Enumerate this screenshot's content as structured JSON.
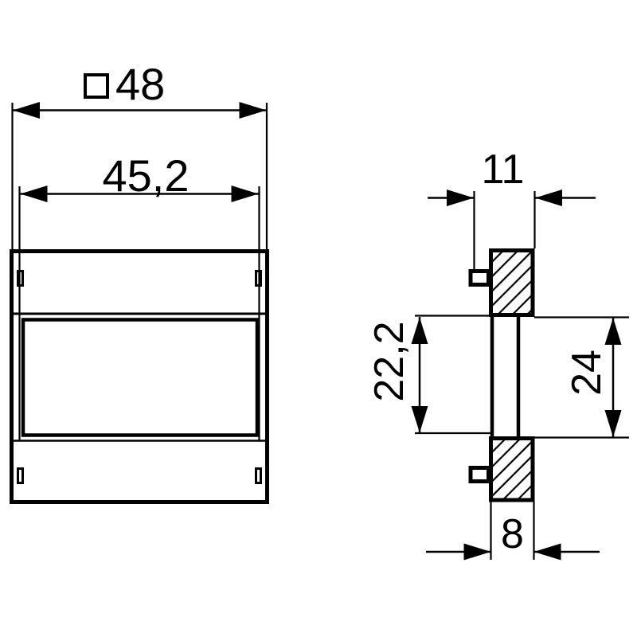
{
  "drawing": {
    "background_color": "#ffffff",
    "line_color": "#000000",
    "front_view": {
      "square_symbol": "□",
      "outer_size_label": "48",
      "bezel_size_label": "45,2"
    },
    "side_view": {
      "total_depth_label": "11",
      "cutout_height_label": "22,2",
      "bezel_height_label": "24",
      "mounting_depth_label": "8"
    }
  }
}
